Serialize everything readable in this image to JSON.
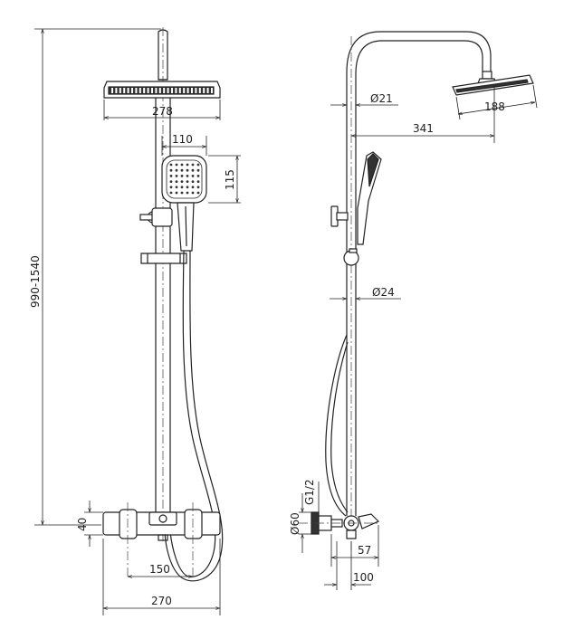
{
  "dimensions": {
    "total_height": "990-1540",
    "head_width_front": "278",
    "hand_shower_width": "110",
    "hand_shower_height": "115",
    "valve_height": "40",
    "inlet_spacing": "150",
    "valve_width": "270",
    "pipe_upper_dia": "Ø21",
    "arm_reach": "341",
    "head_dia_side": "188",
    "pipe_lower_dia": "Ø24",
    "thread": "G1/2",
    "escutcheon_dia": "Ø60",
    "spout_depth": "57",
    "valve_depth": "100"
  }
}
